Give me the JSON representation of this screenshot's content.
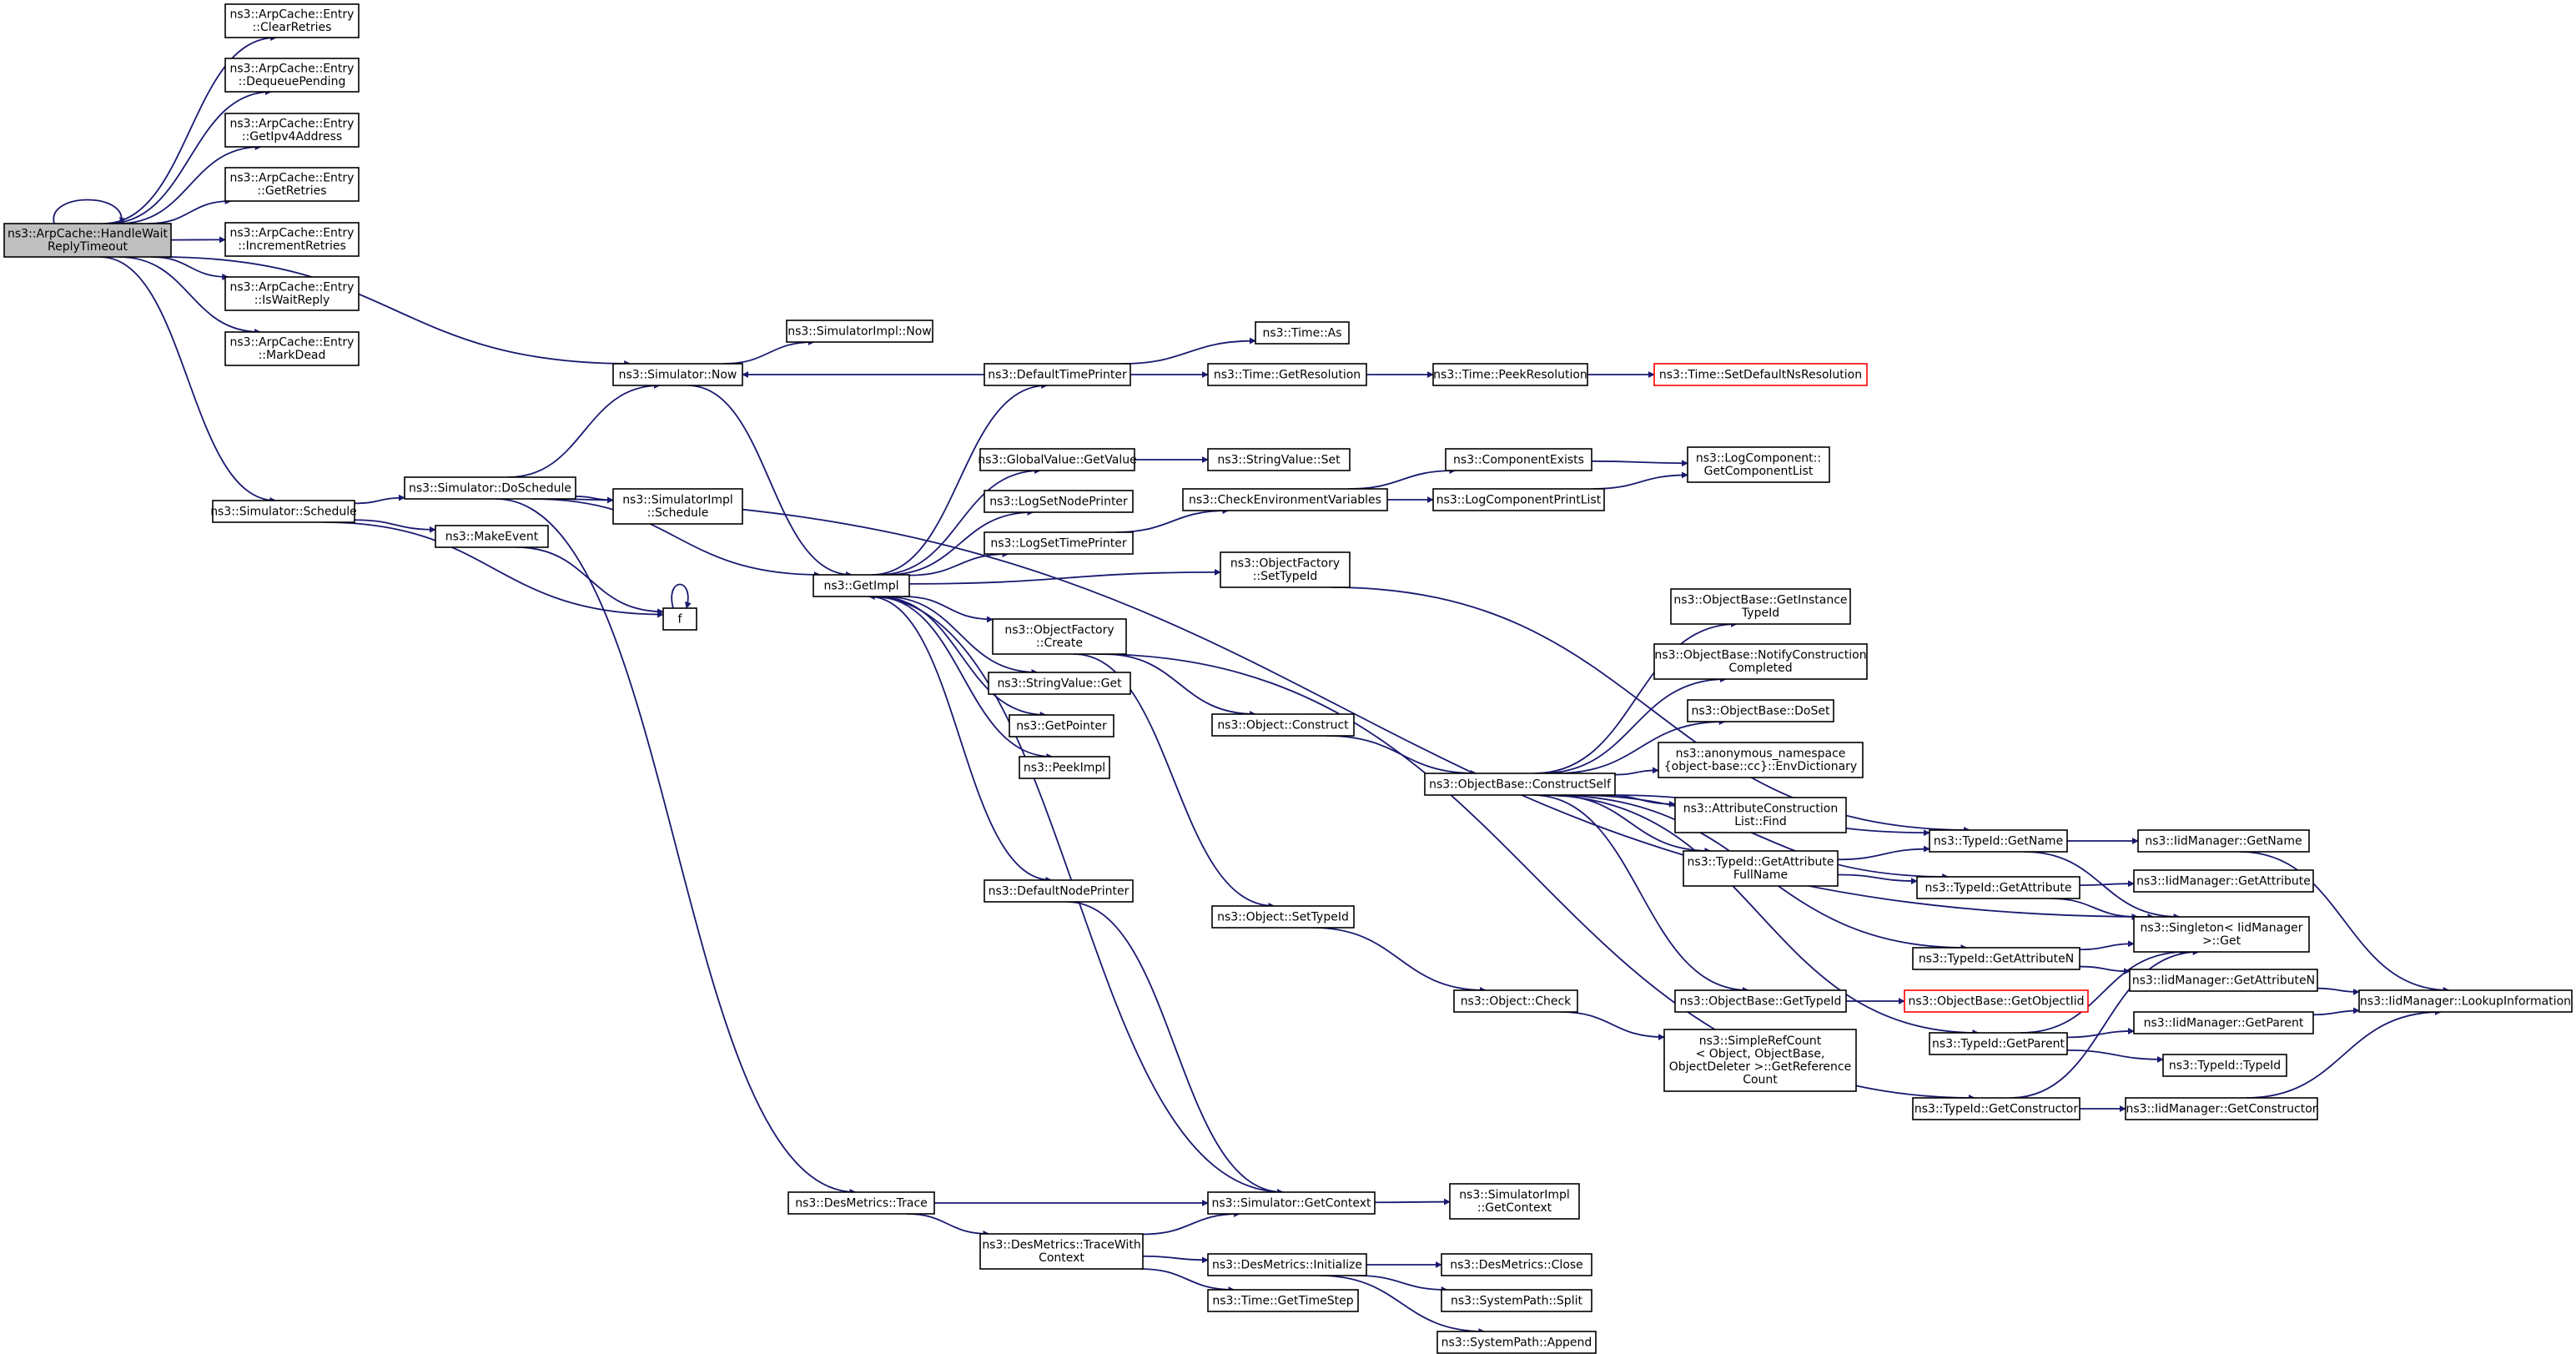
{
  "graph": {
    "edge_color": "#191970",
    "root_fill": "#bfbfbf",
    "truncated_border_color": "#ff0000",
    "nodes": [
      {
        "id": "root",
        "lines": [
          "ns3::ArpCache::HandleWait",
          "ReplyTimeout"
        ],
        "style": "root"
      },
      {
        "id": "clearRetries",
        "lines": [
          "ns3::ArpCache::Entry",
          "::ClearRetries"
        ]
      },
      {
        "id": "dequeuePending",
        "lines": [
          "ns3::ArpCache::Entry",
          "::DequeuePending"
        ]
      },
      {
        "id": "getIpv4Address",
        "lines": [
          "ns3::ArpCache::Entry",
          "::GetIpv4Address"
        ]
      },
      {
        "id": "getRetries",
        "lines": [
          "ns3::ArpCache::Entry",
          "::GetRetries"
        ]
      },
      {
        "id": "incrementRetries",
        "lines": [
          "ns3::ArpCache::Entry",
          "::IncrementRetries"
        ]
      },
      {
        "id": "isWaitReply",
        "lines": [
          "ns3::ArpCache::Entry",
          "::IsWaitReply"
        ]
      },
      {
        "id": "markDead",
        "lines": [
          "ns3::ArpCache::Entry",
          "::MarkDead"
        ]
      },
      {
        "id": "simNow",
        "lines": [
          "ns3::Simulator::Now"
        ]
      },
      {
        "id": "simImplNow",
        "lines": [
          "ns3::SimulatorImpl::Now"
        ]
      },
      {
        "id": "simSchedule",
        "lines": [
          "ns3::Simulator::Schedule"
        ]
      },
      {
        "id": "doSchedule",
        "lines": [
          "ns3::Simulator::DoSchedule"
        ]
      },
      {
        "id": "simImplSchedule",
        "lines": [
          "ns3::SimulatorImpl",
          "::Schedule"
        ]
      },
      {
        "id": "makeEvent",
        "lines": [
          "ns3::MakeEvent"
        ]
      },
      {
        "id": "f",
        "lines": [
          "f"
        ]
      },
      {
        "id": "getImpl",
        "lines": [
          "ns3::GetImpl"
        ]
      },
      {
        "id": "defaultTimePrinter",
        "lines": [
          "ns3::DefaultTimePrinter"
        ]
      },
      {
        "id": "timeAs",
        "lines": [
          "ns3::Time::As"
        ]
      },
      {
        "id": "getResolution",
        "lines": [
          "ns3::Time::GetResolution"
        ]
      },
      {
        "id": "peekResolution",
        "lines": [
          "ns3::Time::PeekResolution"
        ]
      },
      {
        "id": "setDefaultNsResolution",
        "lines": [
          "ns3::Time::SetDefaultNsResolution"
        ],
        "style": "trunc"
      },
      {
        "id": "globalValueGetValue",
        "lines": [
          "ns3::GlobalValue::GetValue"
        ]
      },
      {
        "id": "stringValueSet",
        "lines": [
          "ns3::StringValue::Set"
        ]
      },
      {
        "id": "logSetNodePrinter",
        "lines": [
          "ns3::LogSetNodePrinter"
        ]
      },
      {
        "id": "logSetTimePrinter",
        "lines": [
          "ns3::LogSetTimePrinter"
        ]
      },
      {
        "id": "checkEnvVars",
        "lines": [
          "ns3::CheckEnvironmentVariables"
        ]
      },
      {
        "id": "componentExists",
        "lines": [
          "ns3::ComponentExists"
        ]
      },
      {
        "id": "logComponentPrintList",
        "lines": [
          "ns3::LogComponentPrintList"
        ]
      },
      {
        "id": "getComponentList",
        "lines": [
          "ns3::LogComponent::",
          "GetComponentList"
        ]
      },
      {
        "id": "ofSetTypeId",
        "lines": [
          "ns3::ObjectFactory",
          "::SetTypeId"
        ]
      },
      {
        "id": "ofCreate",
        "lines": [
          "ns3::ObjectFactory",
          "::Create"
        ]
      },
      {
        "id": "stringValueGet",
        "lines": [
          "ns3::StringValue::Get"
        ]
      },
      {
        "id": "getPointer",
        "lines": [
          "ns3::GetPointer"
        ]
      },
      {
        "id": "peekImpl",
        "lines": [
          "ns3::PeekImpl"
        ]
      },
      {
        "id": "defaultNodePrinter",
        "lines": [
          "ns3::DefaultNodePrinter"
        ]
      },
      {
        "id": "objConstruct",
        "lines": [
          "ns3::Object::Construct"
        ]
      },
      {
        "id": "constructSelf",
        "lines": [
          "ns3::ObjectBase::ConstructSelf"
        ]
      },
      {
        "id": "getInstanceTypeId",
        "lines": [
          "ns3::ObjectBase::GetInstance",
          "TypeId"
        ]
      },
      {
        "id": "notifyConstruction",
        "lines": [
          "ns3::ObjectBase::NotifyConstruction",
          "Completed"
        ]
      },
      {
        "id": "doSet",
        "lines": [
          "ns3::ObjectBase::DoSet"
        ]
      },
      {
        "id": "envDictionary",
        "lines": [
          "ns3::anonymous_namespace",
          "{object-base::cc}::EnvDictionary"
        ]
      },
      {
        "id": "attrConstructionFind",
        "lines": [
          "ns3::AttributeConstruction",
          "List::Find"
        ]
      },
      {
        "id": "getAttributeFullName",
        "lines": [
          "ns3::TypeId::GetAttribute",
          "FullName"
        ]
      },
      {
        "id": "typeIdGetName",
        "lines": [
          "ns3::TypeId::GetName"
        ]
      },
      {
        "id": "typeIdGetAttribute",
        "lines": [
          "ns3::TypeId::GetAttribute"
        ]
      },
      {
        "id": "typeIdGetAttributeN",
        "lines": [
          "ns3::TypeId::GetAttributeN"
        ]
      },
      {
        "id": "objBaseGetTypeId",
        "lines": [
          "ns3::ObjectBase::GetTypeId"
        ]
      },
      {
        "id": "getObjectIid",
        "lines": [
          "ns3::ObjectBase::GetObjectIid"
        ],
        "style": "trunc"
      },
      {
        "id": "typeIdGetParent",
        "lines": [
          "ns3::TypeId::GetParent"
        ]
      },
      {
        "id": "typeIdGetConstructor",
        "lines": [
          "ns3::TypeId::GetConstructor"
        ]
      },
      {
        "id": "objSetTypeId",
        "lines": [
          "ns3::Object::SetTypeId"
        ]
      },
      {
        "id": "objCheck",
        "lines": [
          "ns3::Object::Check"
        ]
      },
      {
        "id": "simpleRefCount",
        "lines": [
          "ns3::SimpleRefCount",
          "< Object, ObjectBase,",
          "ObjectDeleter >::GetReference",
          "Count"
        ]
      },
      {
        "id": "iidGetName",
        "lines": [
          "ns3::IidManager::GetName"
        ]
      },
      {
        "id": "iidGetAttribute",
        "lines": [
          "ns3::IidManager::GetAttribute"
        ]
      },
      {
        "id": "singletonGet",
        "lines": [
          "ns3::Singleton< IidManager",
          " >::Get"
        ]
      },
      {
        "id": "iidGetAttributeN",
        "lines": [
          "ns3::IidManager::GetAttributeN"
        ]
      },
      {
        "id": "iidLookupInformation",
        "lines": [
          "ns3::IidManager::LookupInformation"
        ]
      },
      {
        "id": "iidGetParent",
        "lines": [
          "ns3::IidManager::GetParent"
        ]
      },
      {
        "id": "typeIdTypeId",
        "lines": [
          "ns3::TypeId::TypeId"
        ]
      },
      {
        "id": "iidGetConstructor",
        "lines": [
          "ns3::IidManager::GetConstructor"
        ]
      },
      {
        "id": "desMetricsTrace",
        "lines": [
          "ns3::DesMetrics::Trace"
        ]
      },
      {
        "id": "simGetContext",
        "lines": [
          "ns3::Simulator::GetContext"
        ]
      },
      {
        "id": "simImplGetContext",
        "lines": [
          "ns3::SimulatorImpl",
          "::GetContext"
        ]
      },
      {
        "id": "traceWithContext",
        "lines": [
          "ns3::DesMetrics::TraceWith",
          "Context"
        ]
      },
      {
        "id": "desMetricsInitialize",
        "lines": [
          "ns3::DesMetrics::Initialize"
        ]
      },
      {
        "id": "desMetricsClose",
        "lines": [
          "ns3::DesMetrics::Close"
        ]
      },
      {
        "id": "systemPathSplit",
        "lines": [
          "ns3::SystemPath::Split"
        ]
      },
      {
        "id": "systemPathAppend",
        "lines": [
          "ns3::SystemPath::Append"
        ]
      },
      {
        "id": "timeGetTimeStep",
        "lines": [
          "ns3::Time::GetTimeStep"
        ]
      }
    ]
  }
}
